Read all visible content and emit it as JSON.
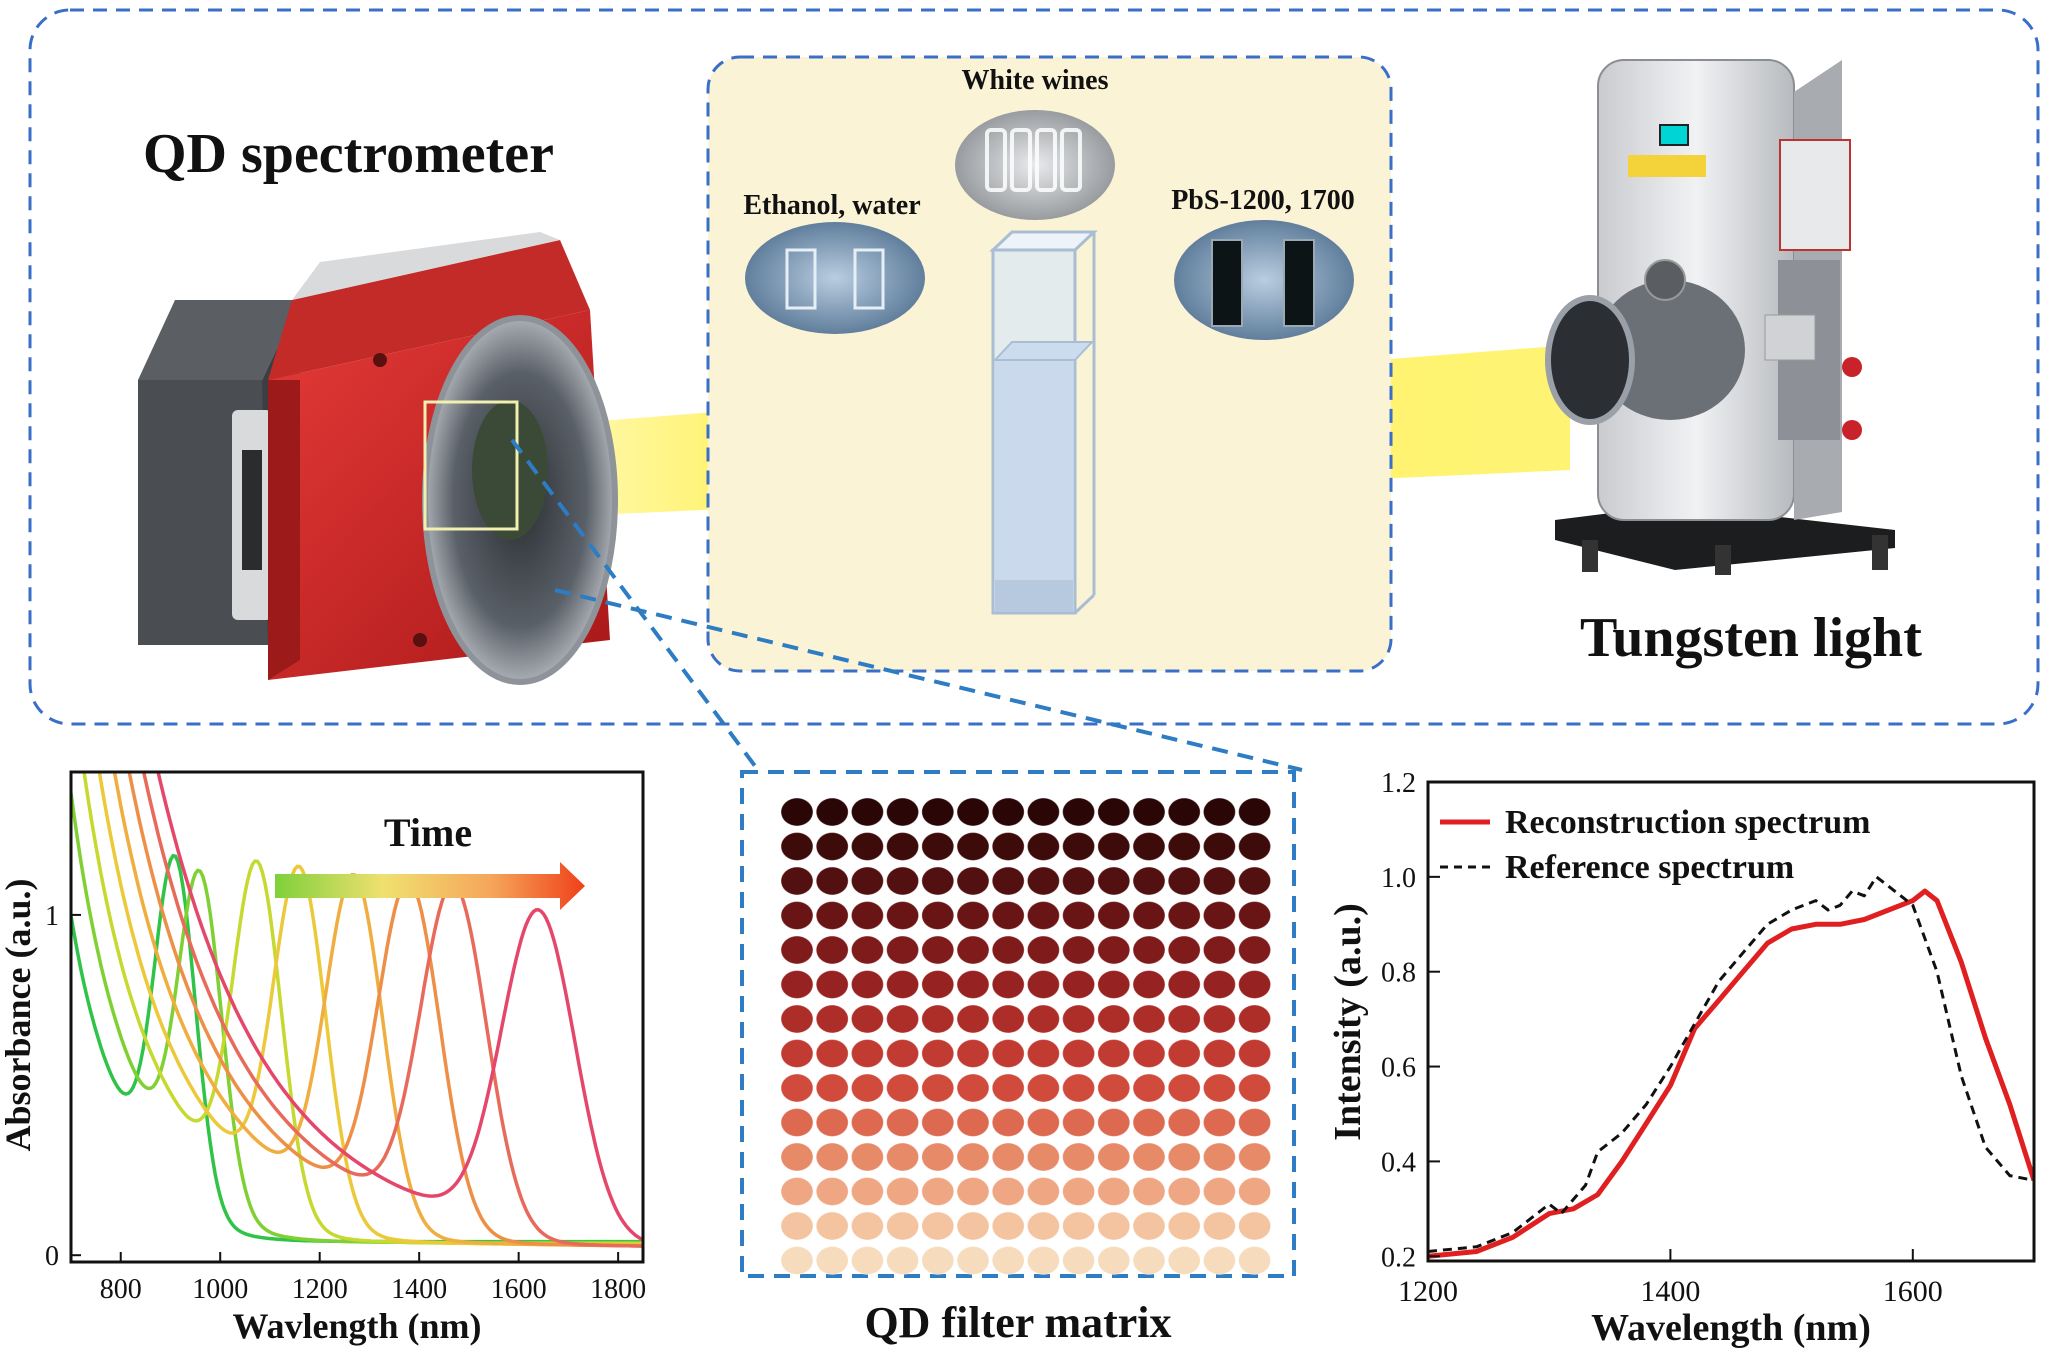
{
  "top": {
    "title_left": "QD spectrometer",
    "title_right": "Tungsten light",
    "samples": {
      "white_wines": "White wines",
      "ethanol_water": "Ethanol, water",
      "pbs": "PbS-1200, 1700"
    }
  },
  "matrix": {
    "title": "QD filter matrix",
    "rows": 14,
    "cols": 14,
    "row_colors": [
      "#2a0606",
      "#3e0b0b",
      "#531010",
      "#691515",
      "#7f1b1b",
      "#972222",
      "#ad2d28",
      "#c23b32",
      "#d04b3c",
      "#dd6a50",
      "#e78a68",
      "#efa783",
      "#f4c39f",
      "#f6dcbc"
    ]
  },
  "absorbance_chart": {
    "type": "line",
    "xlabel": "Wavlength (nm)",
    "ylabel": "Absorbance (a.u.)",
    "arrow_label": "Time",
    "xlim": [
      700,
      1850
    ],
    "ylim": [
      -0.02,
      1.42
    ],
    "xticks": [
      "800",
      "1000",
      "1200",
      "1400",
      "1600",
      "1800"
    ],
    "xtick_values": [
      800,
      1000,
      1200,
      1400,
      1600,
      1800
    ],
    "yticks": [
      "0",
      "1"
    ],
    "ytick_values": [
      0,
      1
    ],
    "series": [
      {
        "color": "#2fc447",
        "peak": 910,
        "height": 0.98
      },
      {
        "color": "#7fd032",
        "peak": 960,
        "height": 0.93
      },
      {
        "color": "#c6d930",
        "peak": 1075,
        "height": 1.0
      },
      {
        "color": "#ecc93a",
        "peak": 1160,
        "height": 1.0
      },
      {
        "color": "#f0ad40",
        "peak": 1270,
        "height": 1.0
      },
      {
        "color": "#ee8f48",
        "peak": 1380,
        "height": 1.0
      },
      {
        "color": "#e86a5a",
        "peak": 1470,
        "height": 1.0
      },
      {
        "color": "#e5476b",
        "peak": 1640,
        "height": 0.95
      }
    ]
  },
  "spectrum_chart": {
    "type": "line",
    "xlabel": "Wavelength (nm)",
    "ylabel": "Intensity (a.u.)",
    "xlim": [
      1200,
      1700
    ],
    "ylim": [
      0.19,
      1.2
    ],
    "xticks": [
      "1200",
      "1400",
      "1600"
    ],
    "xtick_values": [
      1200,
      1400,
      1600
    ],
    "yticks": [
      "0.2",
      "0.4",
      "0.6",
      "0.8",
      "1.0",
      "1.2"
    ],
    "ytick_values": [
      0.2,
      0.4,
      0.6,
      0.8,
      1.0,
      1.2
    ],
    "series": [
      {
        "name": "Reconstruction spectrum",
        "color": "#e02020",
        "style": "solid",
        "x": [
          1200,
          1240,
          1270,
          1300,
          1320,
          1340,
          1360,
          1380,
          1400,
          1420,
          1440,
          1460,
          1480,
          1500,
          1520,
          1540,
          1560,
          1580,
          1600,
          1610,
          1620,
          1640,
          1660,
          1680,
          1700
        ],
        "y": [
          0.2,
          0.21,
          0.24,
          0.29,
          0.3,
          0.33,
          0.4,
          0.48,
          0.56,
          0.68,
          0.74,
          0.8,
          0.86,
          0.89,
          0.9,
          0.9,
          0.91,
          0.93,
          0.95,
          0.97,
          0.95,
          0.82,
          0.66,
          0.52,
          0.36
        ]
      },
      {
        "name": "Reference spectrum",
        "color": "#111111",
        "style": "dashed",
        "x": [
          1200,
          1240,
          1270,
          1300,
          1310,
          1330,
          1340,
          1360,
          1380,
          1400,
          1420,
          1440,
          1460,
          1480,
          1500,
          1520,
          1530,
          1540,
          1550,
          1560,
          1570,
          1580,
          1600,
          1620,
          1640,
          1660,
          1680,
          1700
        ],
        "y": [
          0.21,
          0.22,
          0.25,
          0.31,
          0.29,
          0.35,
          0.42,
          0.46,
          0.52,
          0.6,
          0.69,
          0.78,
          0.84,
          0.9,
          0.93,
          0.95,
          0.93,
          0.94,
          0.97,
          0.96,
          1.0,
          0.98,
          0.94,
          0.8,
          0.58,
          0.43,
          0.37,
          0.36
        ]
      }
    ]
  }
}
